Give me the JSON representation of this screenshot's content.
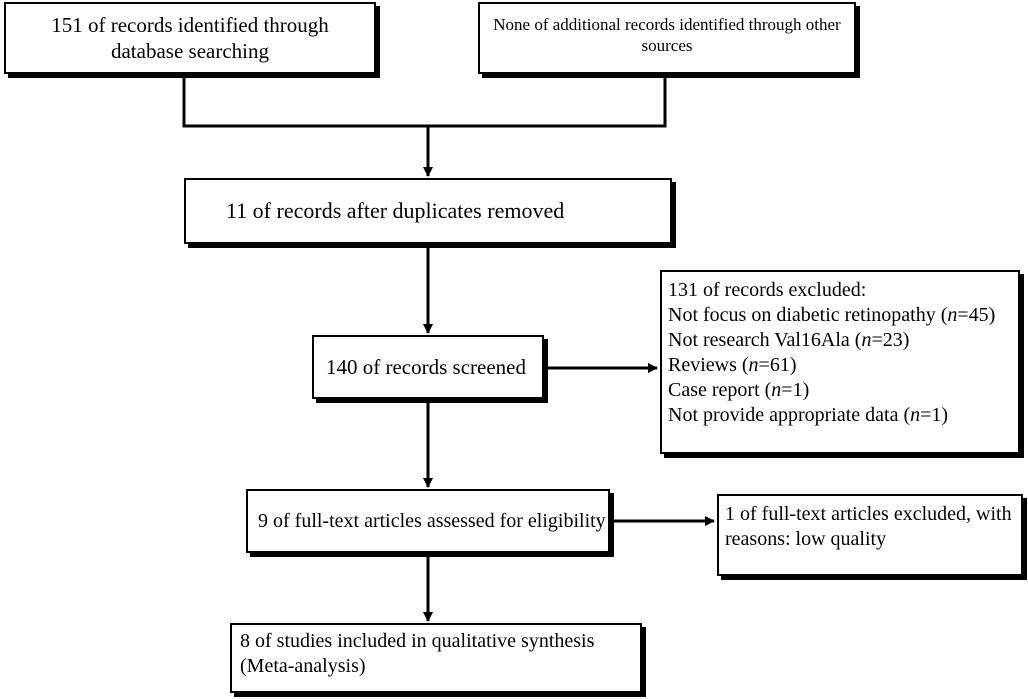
{
  "flowchart": {
    "identified_database": "151 of records identified through database searching",
    "identified_additional": "None of additional records identified through other sources",
    "after_duplicates": "11 of records after duplicates removed",
    "screened": "140 of records screened",
    "records_excluded": {
      "title": "131 of records excluded:",
      "reasons": [
        {
          "label": "Not focus on diabetic retinopathy (",
          "n_label": "n",
          "value": "=45)"
        },
        {
          "label": "Not research Val16Ala (",
          "n_label": "n",
          "value": "=23)"
        },
        {
          "label": "Reviews (",
          "n_label": "n",
          "value": "=61)"
        },
        {
          "label": "Case report (",
          "n_label": "n",
          "value": "=1)"
        },
        {
          "label": "Not provide appropriate data (",
          "n_label": "n",
          "value": "=1)"
        }
      ]
    },
    "fulltext_assessed": "9 of full-text articles assessed for eligibility",
    "fulltext_excluded": {
      "line1": "1 of full-text articles excluded, with",
      "line2": "reasons: low quality"
    },
    "included": {
      "line1": "8 of studies included in qualitative synthesis",
      "line2": "(Meta-analysis)"
    }
  }
}
